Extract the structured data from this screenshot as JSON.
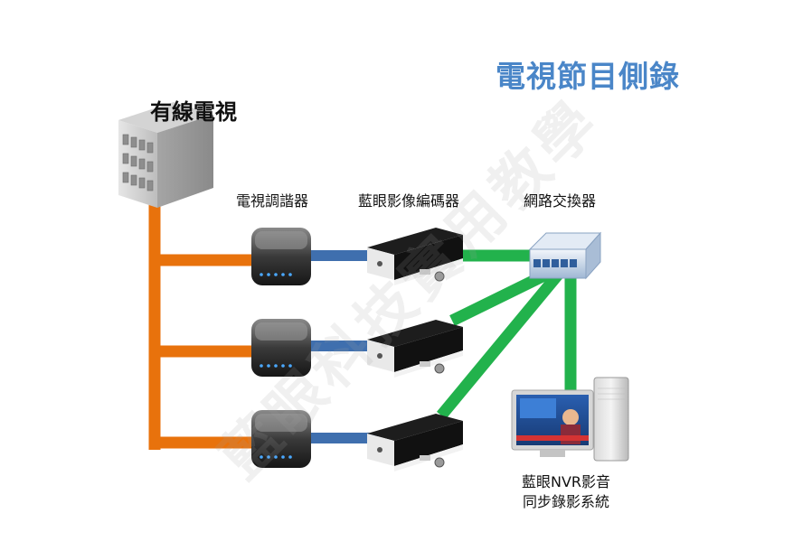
{
  "title": "電視節目側錄",
  "source": {
    "label": "有線電視",
    "icon": "building-icon"
  },
  "columns": {
    "tuner": "電視調諧器",
    "encoder": "藍眼影像編碼器",
    "switch": "網路交換器"
  },
  "nvr": {
    "line1": "藍眼NVR影音",
    "line2": "同步錄影系統"
  },
  "watermark": "藍眼科技實用教學",
  "colors": {
    "cable": "#e8720c",
    "coax": "#3f6fae",
    "network": "#22b24c",
    "title": "#4a86c8"
  }
}
